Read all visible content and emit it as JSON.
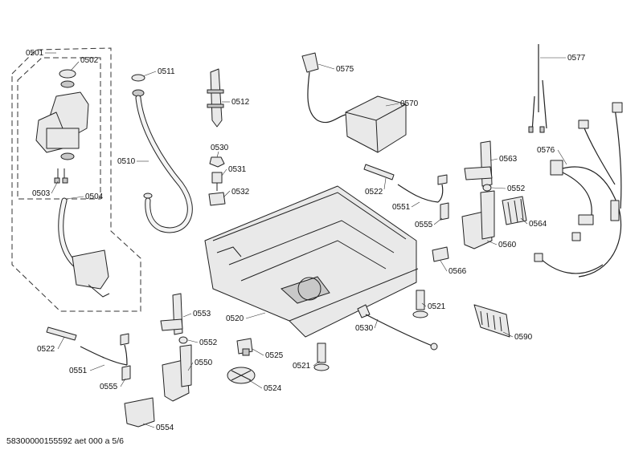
{
  "diagram": {
    "footer_text": "58300000155592 aet 000 a 5/6",
    "labels": {
      "l0501": "0501",
      "l0502": "0502",
      "l0503": "0503",
      "l0504": "0504",
      "l0511": "0511",
      "l0510": "0510",
      "l0512": "0512",
      "l0530a": "0530",
      "l0531": "0531",
      "l0532": "0532",
      "l0575": "0575",
      "l0570": "0570",
      "l0577": "0577",
      "l0576": "0576",
      "l0563": "0563",
      "l0552a": "0552",
      "l0522a": "0522",
      "l0551a": "0551",
      "l0555a": "0555",
      "l0564": "0564",
      "l0560": "0560",
      "l0566": "0566",
      "l0521a": "0521",
      "l0520": "0520",
      "l0530b": "0530",
      "l0590": "0590",
      "l0553": "0553",
      "l0552b": "0552",
      "l0522b": "0522",
      "l0551b": "0551",
      "l0550": "0550",
      "l0555b": "0555",
      "l0525": "0525",
      "l0521b": "0521",
      "l0524": "0524",
      "l0554": "0554"
    }
  }
}
